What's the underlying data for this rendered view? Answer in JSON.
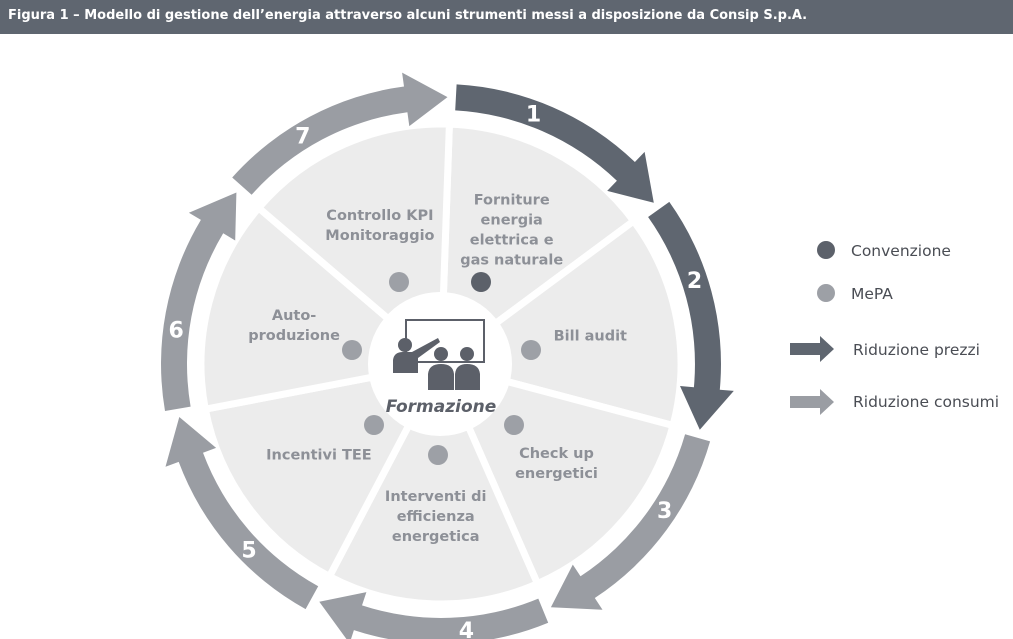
{
  "header": {
    "title": "Figura 1 – Modello di gestione dell’energia attraverso alcuni strumenti messi a disposizione da Consip S.p.A."
  },
  "colors": {
    "header_bg": "#5f6670",
    "dark_arrow": "#5f6670",
    "light_arrow": "#9a9da3",
    "segment_fill": "#ececec",
    "dark_dot": "#5c616a",
    "light_dot": "#9da0a6",
    "label_text": "#8d9097"
  },
  "center": {
    "label": "Formazione",
    "icon": "training-presentation-icon"
  },
  "segments": [
    {
      "number": "1",
      "lines": [
        "Forniture",
        "energia",
        "elettrica e",
        "gas naturale"
      ],
      "dot": "Convenzione",
      "arrow": "Riduzione prezzi"
    },
    {
      "number": "2",
      "lines": [
        "Bill audit"
      ],
      "dot": "MePA",
      "arrow": "Riduzione prezzi"
    },
    {
      "number": "3",
      "lines": [
        "Check up",
        "energetici"
      ],
      "dot": "MePA",
      "arrow": "Riduzione consumi"
    },
    {
      "number": "4",
      "lines": [
        "Interventi di",
        "efficienza",
        "energetica"
      ],
      "dot": "MePA",
      "arrow": "Riduzione consumi"
    },
    {
      "number": "5",
      "lines": [
        "Incentivi TEE"
      ],
      "dot": "MePA",
      "arrow": "Riduzione consumi"
    },
    {
      "number": "6",
      "lines": [
        "Auto-",
        "produzione"
      ],
      "dot": "MePA",
      "arrow": "Riduzione consumi"
    },
    {
      "number": "7",
      "lines": [
        "Controllo KPI",
        "Monitoraggio"
      ],
      "dot": "MePA",
      "arrow": "Riduzione consumi"
    }
  ],
  "legend": {
    "convenzione": {
      "label": "Convenzione",
      "icon": "dark-circle-icon"
    },
    "mepa": {
      "label": "MePA",
      "icon": "light-circle-icon"
    },
    "riduzione_prezzi": {
      "label": "Riduzione prezzi",
      "icon": "dark-arrow-icon"
    },
    "riduzione_consumi": {
      "label": "Riduzione consumi",
      "icon": "light-arrow-icon"
    }
  }
}
